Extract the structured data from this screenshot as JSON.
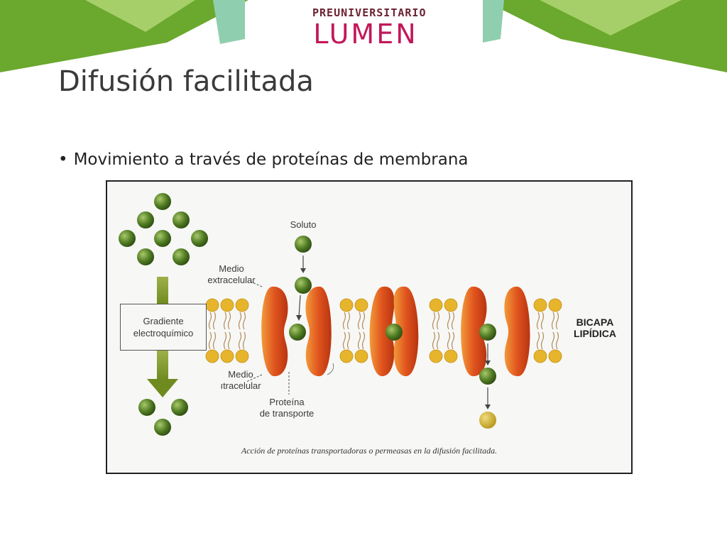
{
  "header": {
    "logo_top": "PREUNIVERSITARIO",
    "logo_main": "LUMEN",
    "colors": {
      "green_dark": "#6aa82e",
      "green_light": "#a6cf6a",
      "teal": "#8fcfb0",
      "logo": "#c2185b"
    }
  },
  "slide": {
    "title": "Difusión facilitada",
    "bullet_marker": "•",
    "bullet": "Movimiento a través de proteínas de membrana"
  },
  "diagram": {
    "labels": {
      "soluto": "Soluto",
      "medio_extra_1": "Medio",
      "medio_extra_2": "extracelular",
      "gradiente_1": "Gradiente",
      "gradiente_2": "electroquímico",
      "medio_intra_1": "Medio",
      "medio_intra_2": "ıtracelular",
      "proteina_1": "Proteína",
      "proteina_2": "de transporte",
      "bicapa_1": "BICAPA",
      "bicapa_2": "LIPÍDICA"
    },
    "caption": "Acción de proteínas transportadoras o permeasas en la difusión facilitada.",
    "colors": {
      "protein": "#e0541e",
      "solute": "#4f7a22",
      "lipid_head": "#e7b52c",
      "arrow": "#6f8a1f"
    }
  }
}
